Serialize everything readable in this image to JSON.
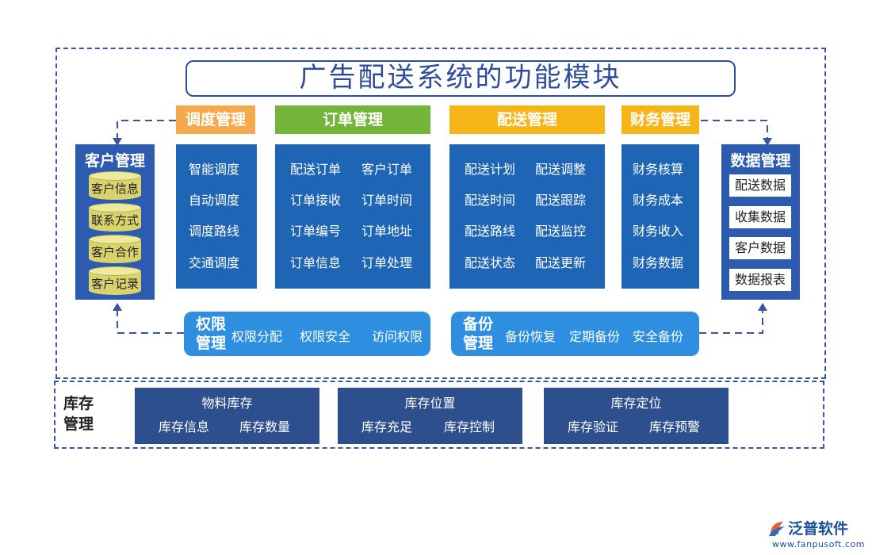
{
  "title": "广告配送系统的功能模块",
  "customer": {
    "title": "客户管理",
    "items": [
      "客户信息",
      "联系方式",
      "客户合作",
      "客户记录"
    ]
  },
  "modules": [
    {
      "title": "调度管理",
      "color": "#f6a94c",
      "items": [
        "智能调度",
        "自动调度",
        "调度路线",
        "交通调度"
      ]
    },
    {
      "title": "订单管理",
      "color": "#72b53a",
      "items": [
        "配送订单",
        "客户订单",
        "订单接收",
        "订单时间",
        "订单编号",
        "订单地址",
        "订单信息",
        "订单处理"
      ]
    },
    {
      "title": "配送管理",
      "color": "#f6b61a",
      "items": [
        "配送计划",
        "配送调整",
        "配送时间",
        "配送跟踪",
        "配送路线",
        "配送监控",
        "配送状态",
        "配送更新"
      ]
    },
    {
      "title": "财务管理",
      "color": "#f6b61a",
      "items": [
        "财务核算",
        "财务成本",
        "财务收入",
        "财务数据"
      ]
    }
  ],
  "data_mgmt": {
    "title": "数据管理",
    "items": [
      "配送数据",
      "收集数据",
      "客户数据",
      "数据报表"
    ]
  },
  "permission": {
    "title_line1": "权限",
    "title_line2": "管理",
    "items": [
      "权限分配",
      "权限安全",
      "访问权限"
    ]
  },
  "backup": {
    "title_line1": "备份",
    "title_line2": "管理",
    "items": [
      "备份恢复",
      "定期备份",
      "安全备份"
    ]
  },
  "inventory": {
    "label_line1": "库存",
    "label_line2": "管理",
    "groups": [
      {
        "title": "物料库存",
        "items": [
          "库存信息",
          "库存数量"
        ]
      },
      {
        "title": "库存位置",
        "items": [
          "库存充足",
          "库存控制"
        ]
      },
      {
        "title": "库存定位",
        "items": [
          "库存验证",
          "库存预警"
        ]
      }
    ]
  },
  "logo": {
    "name": "泛普软件",
    "url": "www.fanpusoft.com"
  }
}
